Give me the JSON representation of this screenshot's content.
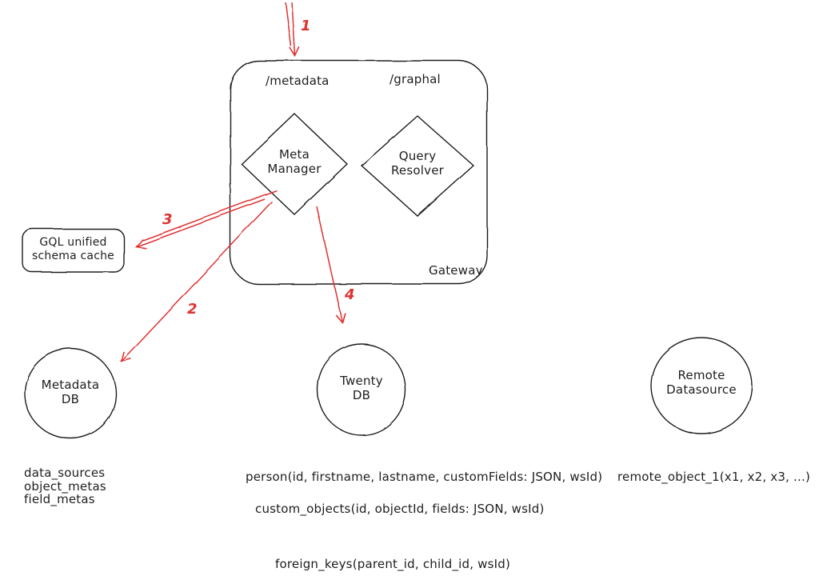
{
  "diagram": {
    "gateway": {
      "label": "Gateway",
      "endpoints": {
        "metadata": "/metadata",
        "graphql": "/graphal"
      },
      "nodes": {
        "meta_manager": {
          "line1": "Meta",
          "line2": "Manager"
        },
        "query_resolver": {
          "line1": "Query",
          "line2": "Resolver"
        }
      }
    },
    "cache": {
      "line1": "GQL unified",
      "line2": "schema cache"
    },
    "databases": {
      "metadata_db": {
        "line1": "Metadata",
        "line2": "DB"
      },
      "twenty_db": {
        "line1": "Twenty",
        "line2": "DB"
      },
      "remote_datasource": {
        "line1": "Remote",
        "line2": "Datasource"
      }
    },
    "arrows": {
      "a1": "1",
      "a2": "2",
      "a3": "3",
      "a4": "4"
    },
    "schema_texts": {
      "metadata_tables": [
        "data_sources",
        "object_metas",
        "field_metas"
      ],
      "person": "person(id, firstname, lastname, customFields: JSON, wsId)",
      "custom_objects": "custom_objects(id, objectId, fields: JSON, wsId)",
      "foreign_keys": "foreign_keys(parent_id, child_id, wsId)",
      "remote_object": "remote_object_1(x1, x2, x3, ...)"
    },
    "colors": {
      "stroke": "#1e1e1e",
      "arrow": "#e03131",
      "background": "#ffffff"
    }
  }
}
